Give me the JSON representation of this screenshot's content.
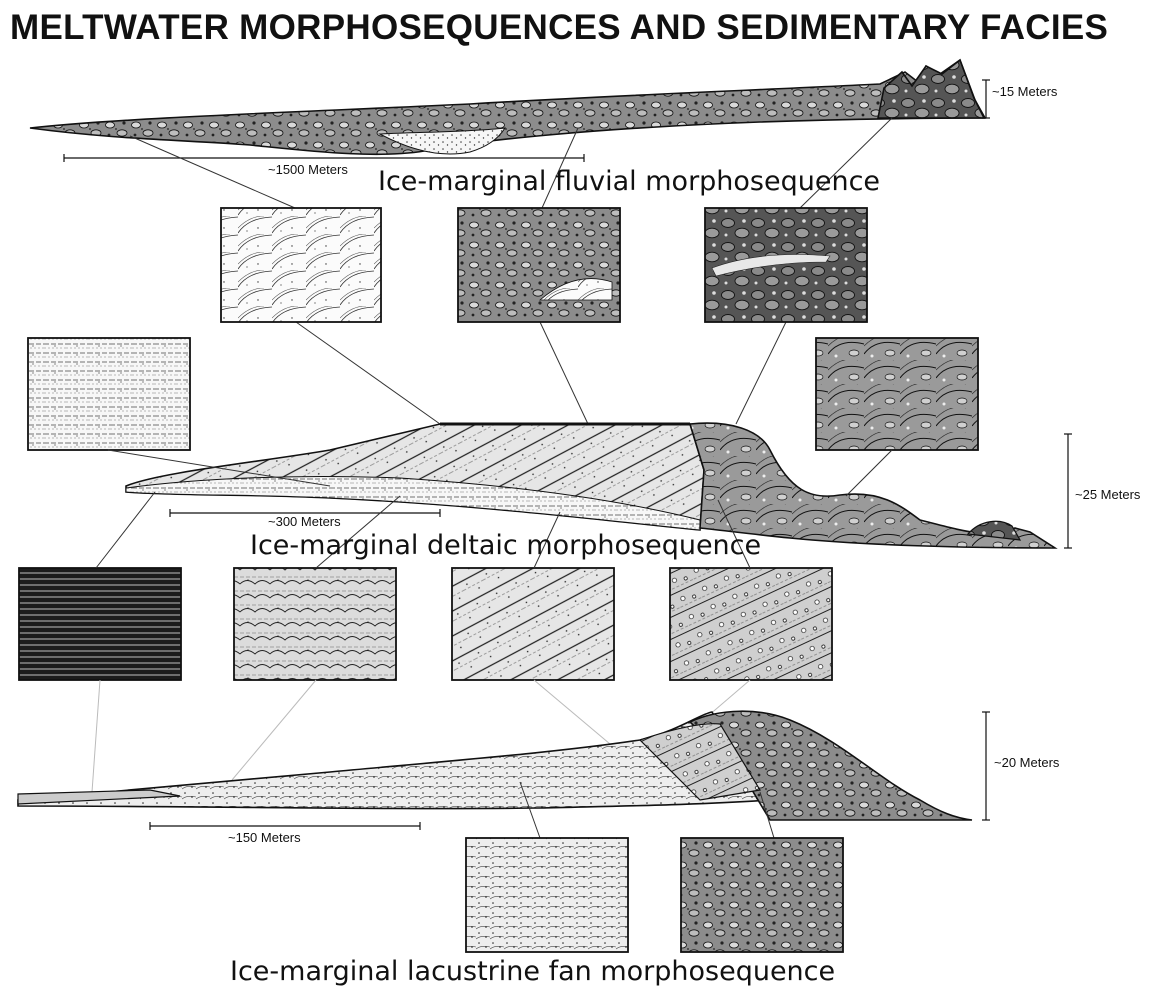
{
  "title": "MELTWATER MORPHOSEQUENCES AND SEDIMENTARY FACIES",
  "colors": {
    "ink": "#111111",
    "gravel_fill": "#8c8c8c",
    "dark_gravel_fill": "#555555",
    "sand_fill": "#f2f2f2",
    "guide_line": "#bbbbbb"
  },
  "sections": [
    {
      "id": "fluvial",
      "caption": "Ice-marginal fluvial morphosequence",
      "horizontal_scale": "~1500 Meters",
      "vertical_scale": "~15 Meters",
      "facies_panels": [
        {
          "name": "fluvial-sand-panel",
          "texture": "cross-bedded sand"
        },
        {
          "name": "fluvial-gravel-panel",
          "texture": "sandy gravel"
        },
        {
          "name": "fluvial-coarse-gravel-panel",
          "texture": "boulder gravel"
        }
      ]
    },
    {
      "id": "deltaic",
      "caption": "Ice-marginal deltaic morphosequence",
      "horizontal_scale": "~300 Meters",
      "vertical_scale": "~25 Meters",
      "facies_panels": [
        {
          "name": "deltaic-laminated-sand-panel",
          "texture": "laminated sand"
        },
        {
          "name": "deltaic-contact-gravel-panel",
          "texture": "deformed gravel"
        },
        {
          "name": "deltaic-rhythmite-panel",
          "texture": "rhythmite"
        },
        {
          "name": "deltaic-rippled-sand-panel",
          "texture": "rippled sand"
        },
        {
          "name": "deltaic-foreset-panel",
          "texture": "foreset beds"
        },
        {
          "name": "deltaic-gravel-foreset-panel",
          "texture": "gravelly foresets"
        }
      ]
    },
    {
      "id": "lacustrine_fan",
      "caption": "Ice-marginal lacustrine fan morphosequence",
      "horizontal_scale": "~150 Meters",
      "vertical_scale": "~20 Meters",
      "facies_panels": [
        {
          "name": "fan-sand-panel",
          "texture": "graded sand"
        },
        {
          "name": "fan-gravel-panel",
          "texture": "sandy gravel"
        }
      ]
    }
  ]
}
